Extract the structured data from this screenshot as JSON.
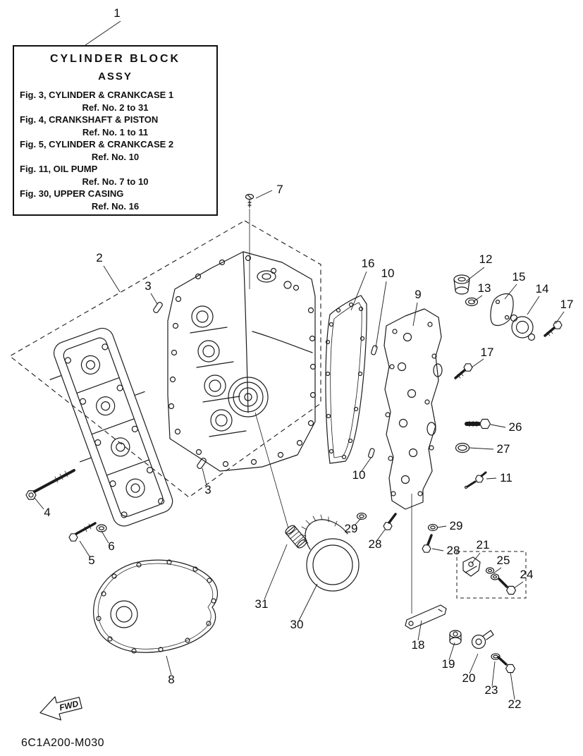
{
  "info_box": {
    "title_line1": "CYLINDER BLOCK",
    "title_line2": "ASSY",
    "entries": [
      {
        "fig": "Fig. 3, CYLINDER & CRANKCASE 1",
        "ref": "Ref. No. 2 to 31"
      },
      {
        "fig": "Fig. 4, CRANKSHAFT & PISTON",
        "ref": "Ref. No. 1 to 11"
      },
      {
        "fig": "Fig. 5, CYLINDER & CRANKCASE 2",
        "ref": "Ref. No. 10"
      },
      {
        "fig": "Fig. 11, OIL PUMP",
        "ref": "Ref. No. 7 to 10"
      },
      {
        "fig": "Fig. 30, UPPER CASING",
        "ref": "Ref. No. 16"
      }
    ]
  },
  "callouts": {
    "c1": "1",
    "c2": "2",
    "c3a": "3",
    "c3b": "3",
    "c4": "4",
    "c5": "5",
    "c6": "6",
    "c7": "7",
    "c8": "8",
    "c9": "9",
    "c10a": "10",
    "c10b": "10",
    "c11": "11",
    "c12": "12",
    "c13": "13",
    "c14": "14",
    "c15": "15",
    "c16": "16",
    "c17a": "17",
    "c17b": "17",
    "c18": "18",
    "c19": "19",
    "c20": "20",
    "c21": "21",
    "c22": "22",
    "c23": "23",
    "c24": "24",
    "c25": "25",
    "c26": "26",
    "c27": "27",
    "c28a": "28",
    "c28b": "28",
    "c29a": "29",
    "c29b": "29",
    "c30": "30",
    "c31": "31"
  },
  "footer": {
    "drawing_code": "6C1A200-M030"
  },
  "fwd_label": "FWD",
  "line_color": "#1b1b1b"
}
